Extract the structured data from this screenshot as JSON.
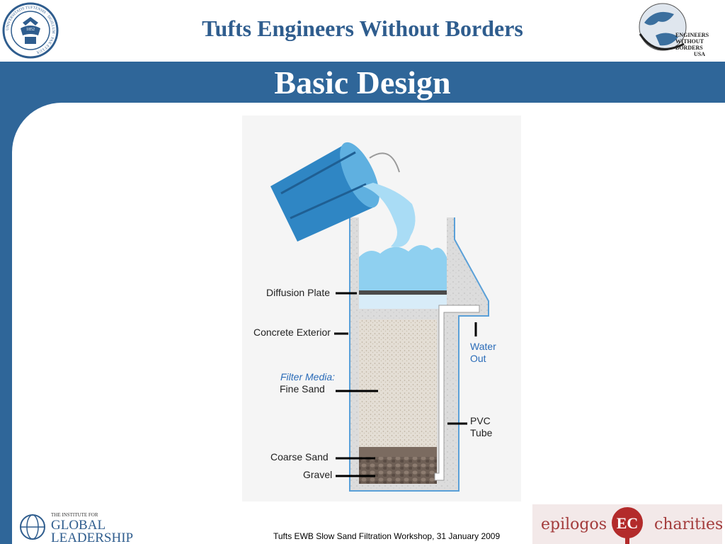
{
  "header": {
    "title": "Tufts Engineers Without Borders",
    "left_logo_text": "UNIVERSITATIS TUFTENSIS · SIGILLUM · PAX ET LUX",
    "left_logo_year": "1852",
    "right_logo_lines": [
      "ENGINEERS",
      "WITHOUT",
      "BORDERS",
      "USA"
    ]
  },
  "slide": {
    "title": "Basic Design"
  },
  "diagram": {
    "labels": {
      "diffusion_plate": "Diffusion Plate",
      "concrete_exterior": "Concrete Exterior",
      "filter_media": "Filter Media:",
      "fine_sand": "Fine Sand",
      "coarse_sand": "Coarse Sand",
      "gravel": "Gravel",
      "water": "Water",
      "out": "Out",
      "pvc": "PVC",
      "tube": "Tube"
    },
    "colors": {
      "label_blue": "#2b6cb8",
      "water": "#7ec8ee",
      "bucket": "#2f86c4",
      "concrete": "#d9d9d9"
    }
  },
  "footer": {
    "text": "Tufts EWB Slow Sand Filtration Workshop, 31 January 2009",
    "igl_small": "THE INSTITUTE FOR",
    "igl_line1": "GLOBAL",
    "igl_line2": "LEADERSHIP",
    "epi_left": "epilogos",
    "epi_mark": "EC",
    "epi_right": "charities"
  },
  "theme": {
    "brand_blue": "#2f6699",
    "title_blue": "#2f5d8e"
  }
}
